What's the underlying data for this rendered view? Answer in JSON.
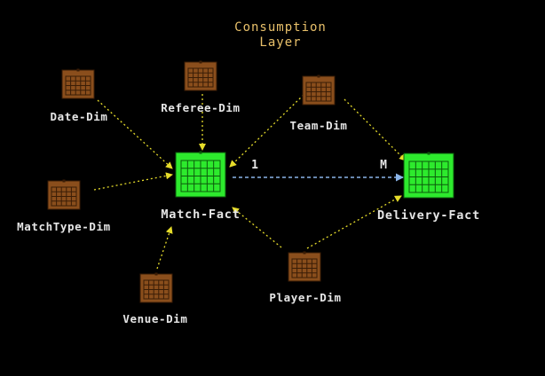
{
  "title": {
    "line1": "Consumption",
    "line2": "Layer"
  },
  "colors": {
    "background": "#000000",
    "title": "#e8c06a",
    "label": "#e6e6e6",
    "dim_fill": "#8a4e1c",
    "dim_grid": "#3a1d06",
    "fact_fill": "#2dea2d",
    "fact_grid": "#0c5a0c",
    "dim_link": "#e6dc2a",
    "fact_link": "#8ab4e8"
  },
  "nodes": {
    "date_dim": {
      "label": "Date-Dim",
      "kind": "dimension-table"
    },
    "referee_dim": {
      "label": "Referee-Dim",
      "kind": "dimension-table"
    },
    "team_dim": {
      "label": "Team-Dim",
      "kind": "dimension-table"
    },
    "matchtype_dim": {
      "label": "MatchType-Dim",
      "kind": "dimension-table"
    },
    "venue_dim": {
      "label": "Venue-Dim",
      "kind": "dimension-table"
    },
    "player_dim": {
      "label": "Player-Dim",
      "kind": "dimension-table"
    },
    "match_fact": {
      "label": "Match-Fact",
      "kind": "fact-table"
    },
    "delivery_fact": {
      "label": "Delivery-Fact",
      "kind": "fact-table"
    }
  },
  "relationship": {
    "from_cardinality": "1",
    "to_cardinality": "M"
  },
  "edges": [
    {
      "from": "date_dim",
      "to": "match_fact",
      "style": "dotted"
    },
    {
      "from": "referee_dim",
      "to": "match_fact",
      "style": "dotted"
    },
    {
      "from": "team_dim",
      "to": "match_fact",
      "style": "dotted"
    },
    {
      "from": "matchtype_dim",
      "to": "match_fact",
      "style": "dotted"
    },
    {
      "from": "venue_dim",
      "to": "match_fact",
      "style": "dotted"
    },
    {
      "from": "player_dim",
      "to": "match_fact",
      "style": "dotted"
    },
    {
      "from": "team_dim",
      "to": "delivery_fact",
      "style": "dotted"
    },
    {
      "from": "player_dim",
      "to": "delivery_fact",
      "style": "dotted"
    },
    {
      "from": "match_fact",
      "to": "delivery_fact",
      "style": "dashed"
    }
  ]
}
